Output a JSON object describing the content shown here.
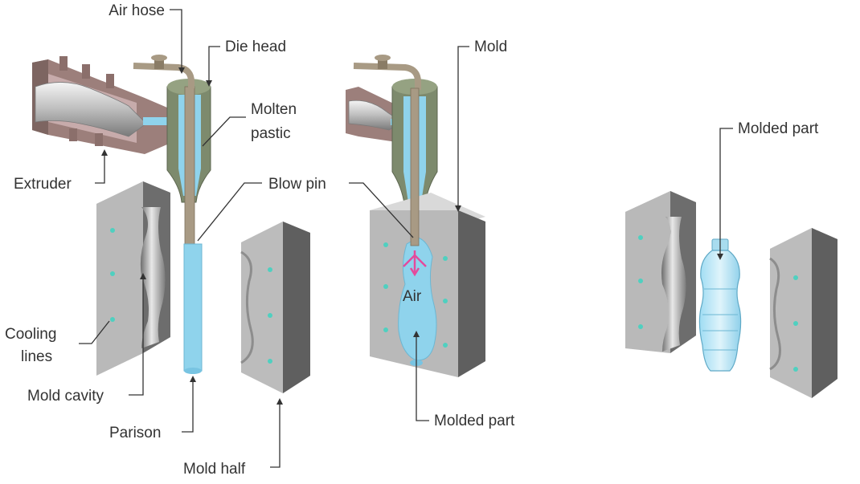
{
  "labels": {
    "air_hose": "Air hose",
    "die_head": "Die head",
    "molten_line1": "Molten",
    "molten_line2": "pastic",
    "extruder": "Extruder",
    "blow_pin": "Blow pin",
    "cooling_line1": "Cooling",
    "cooling_line2": "lines",
    "mold_cavity": "Mold cavity",
    "parison": "Parison",
    "mold_half": "Mold half",
    "mold": "Mold",
    "air": "Air",
    "molded_part_stage2": "Molded part",
    "molded_part_stage3": "Molded part"
  },
  "colors": {
    "mold_front": "#b9b9b9",
    "mold_side": "#6d6d6d",
    "mold_top": "#d9d9d9",
    "die_head": "#7d8a6d",
    "extruder": "#a88a86",
    "plastic": "#8fd3ec",
    "air_arrows": "#e44a9c",
    "cooling_dots": "#4fd0c0",
    "hose": "#a89a84"
  }
}
